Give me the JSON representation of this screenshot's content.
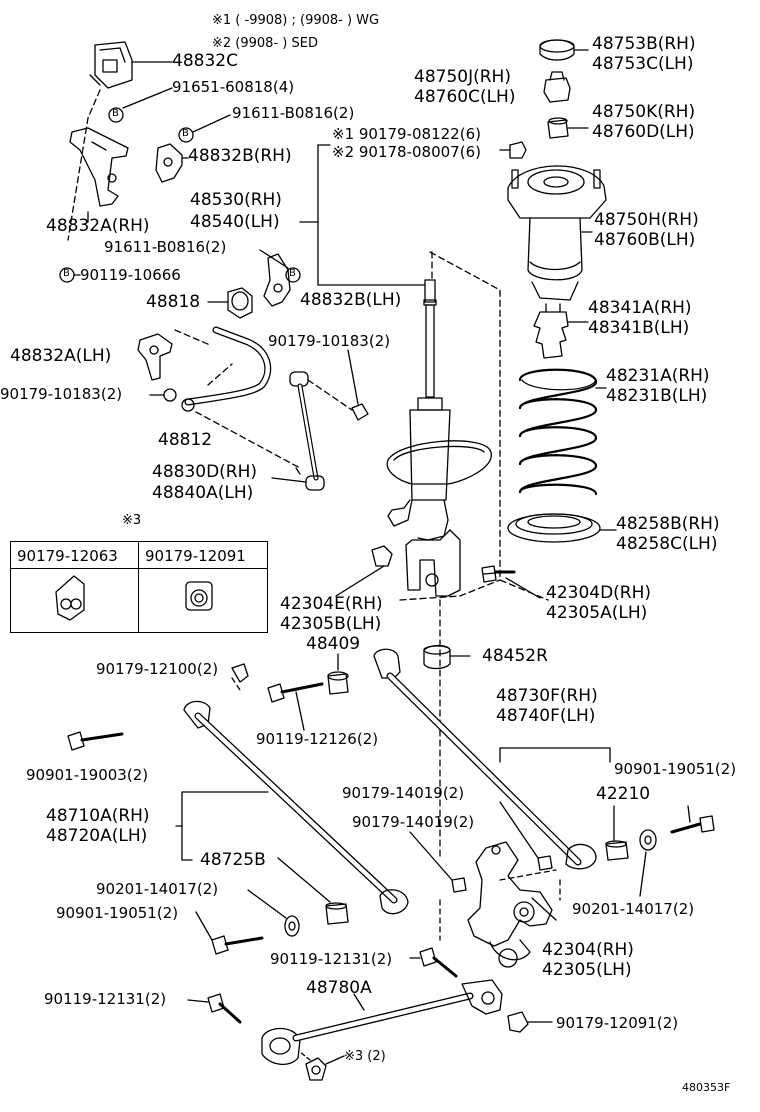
{
  "notes": {
    "n1": "※1 (      -9908) ; (9908-      ) WG",
    "n2": "※2 (9908-      ) SED",
    "n3": "※3"
  },
  "table3": {
    "col1": "90179-12063",
    "col2": "90179-12091"
  },
  "labels": {
    "l48832C": "48832C",
    "l91651": "91651-60818(4)",
    "l91611a": "91611-B0816(2)",
    "l48832Brh": "48832B(RH)",
    "l48832Arh": "48832A(RH)",
    "l91611b": "91611-B0816(2)",
    "l90119_10666": "90119-10666",
    "l48818": "48818",
    "l48832Blh": "48832B(LH)",
    "l48832Alh": "48832A(LH)",
    "l90179_10183a": "90179-10183(2)",
    "l90179_10183b": "90179-10183(2)",
    "l48812": "48812",
    "l48830D": "48830D(RH)",
    "l48840A": "48840A(LH)",
    "l48530": "48530(RH)",
    "l48540": "48540(LH)",
    "l90179_08122": "※1 90179-08122(6)",
    "l90178_08007": "※2 90178-08007(6)",
    "l48753B": "48753B(RH)",
    "l48753C": "48753C(LH)",
    "l48750J": "48750J(RH)",
    "l48760C": "48760C(LH)",
    "l48750K": "48750K(RH)",
    "l48760D": "48760D(LH)",
    "l48750H": "48750H(RH)",
    "l48760B": "48760B(LH)",
    "l48341A": "48341A(RH)",
    "l48341B": "48341B(LH)",
    "l48231A": "48231A(RH)",
    "l48231B": "48231B(LH)",
    "l48258B": "48258B(RH)",
    "l48258C": "48258C(LH)",
    "l42304D": "42304D(RH)",
    "l42305A": "42305A(LH)",
    "l42304E": "42304E(RH)",
    "l42305B": "42305B(LH)",
    "l48409": "48409",
    "l48452R": "48452R",
    "l90179_12100": "90179-12100(2)",
    "l90119_12126": "90119-12126(2)",
    "l48730F": "48730F(RH)",
    "l48740F": "48740F(LH)",
    "l90901_19003": "90901-19003(2)",
    "l90901_19051a": "90901-19051(2)",
    "l42210": "42210",
    "l90179_14019a": "90179-14019(2)",
    "l90179_14019b": "90179-14019(2)",
    "l48710A": "48710A(RH)",
    "l48720A": "48720A(LH)",
    "l48725B": "48725B",
    "l90201_14017a": "90201-14017(2)",
    "l90201_14017b": "90201-14017(2)",
    "l90901_19051b": "90901-19051(2)",
    "l90119_12131a": "90119-12131(2)",
    "l42304": "42304(RH)",
    "l42305": "42305(LH)",
    "l90119_12131b": "90119-12131(2)",
    "l48780A": "48780A",
    "l90179_12091": "90179-12091(2)",
    "l3x2": "※3 (2)",
    "figure_id": "480353F"
  },
  "callout_letter": "B",
  "stroke_color": "#000000"
}
